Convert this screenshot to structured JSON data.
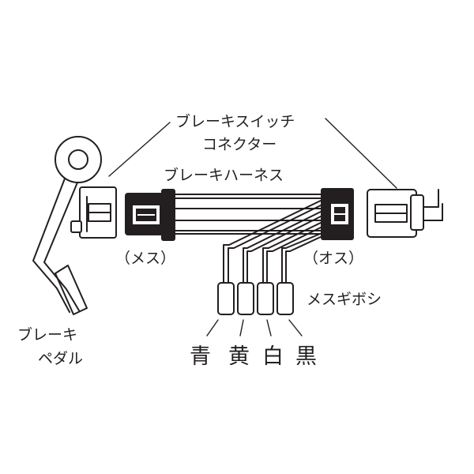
{
  "labels": {
    "switch_connector_line1": "ブレーキスイッチ",
    "switch_connector_line2": "コネクター",
    "brake_harness": "ブレーキハーネス",
    "female": "（メス）",
    "male": "（オス）",
    "female_terminal": "メスギボシ",
    "brake_pedal_line1": "ブレーキ",
    "brake_pedal_line2": "ペダル"
  },
  "wire_colors": [
    "青",
    "黄",
    "白",
    "黒"
  ]
}
